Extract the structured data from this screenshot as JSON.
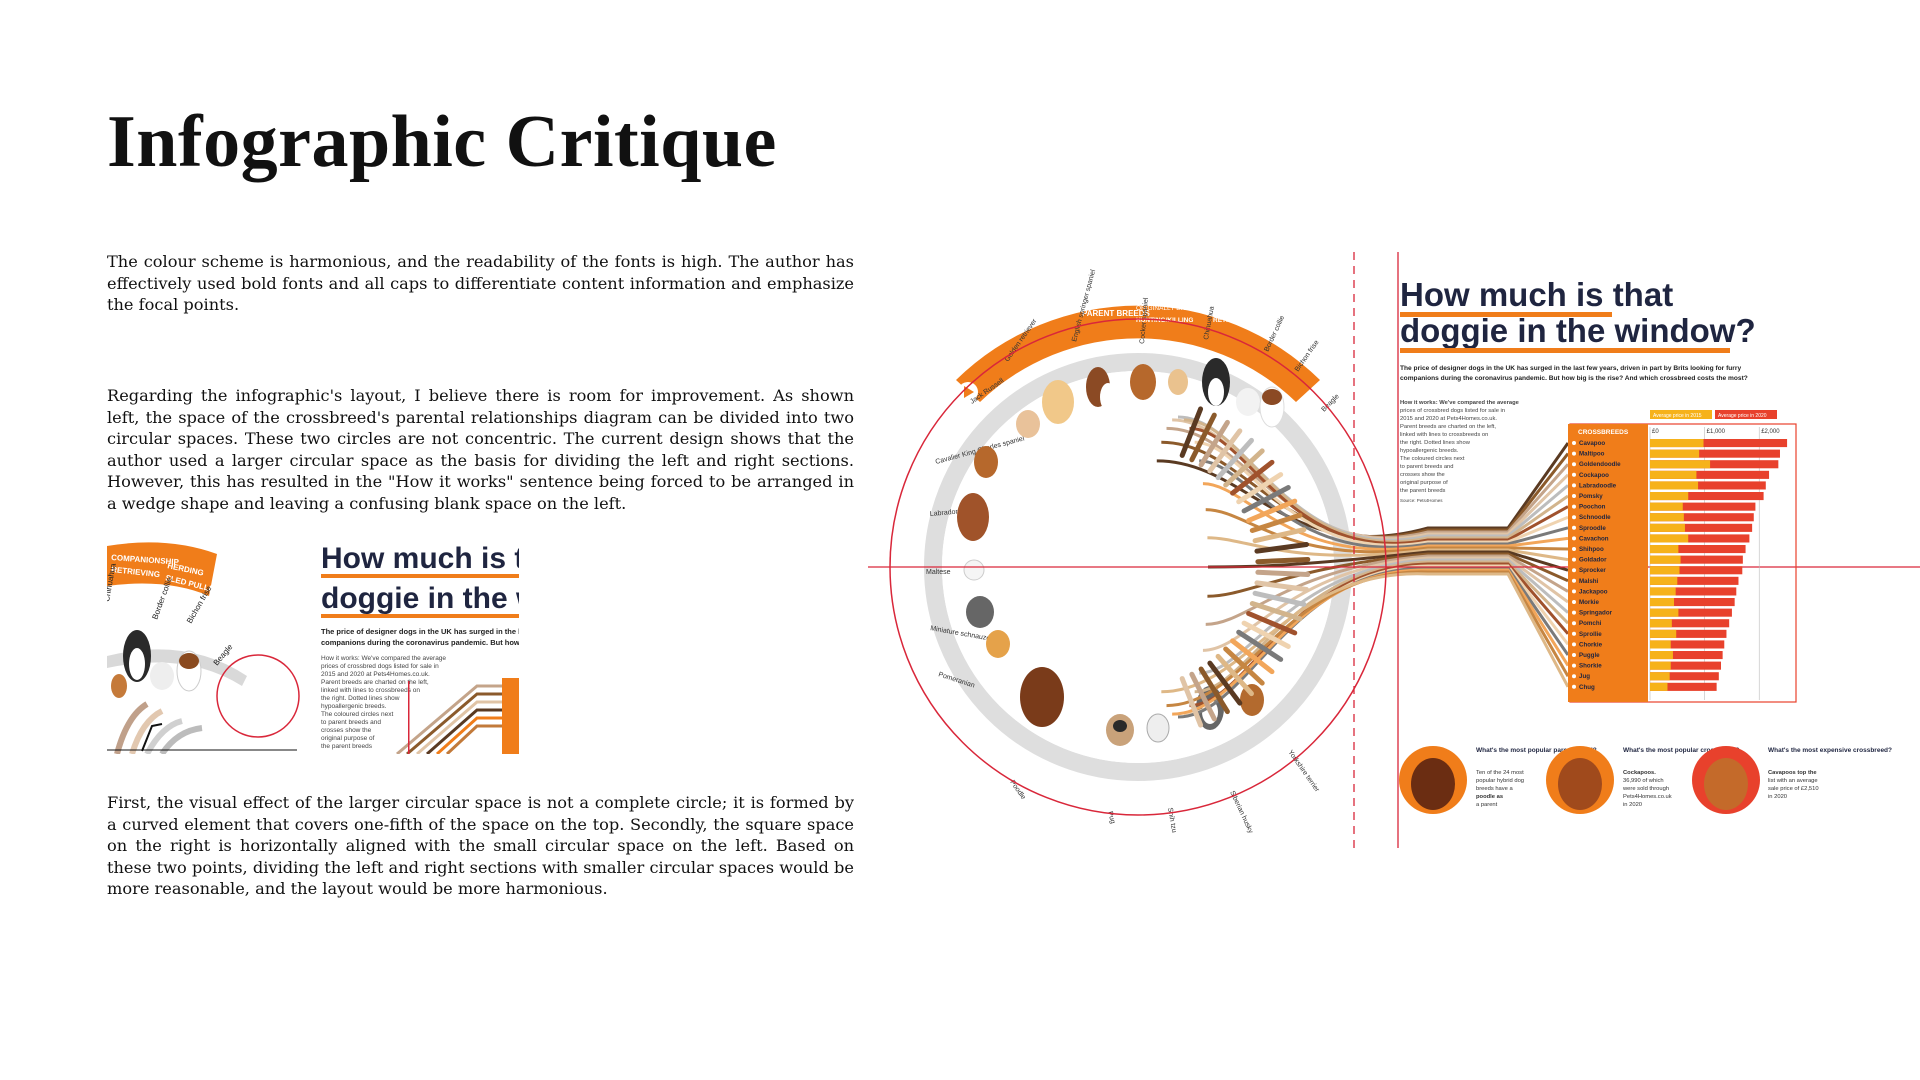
{
  "page": {
    "title": "Infographic Critique",
    "paragraphs": [
      "The colour scheme is harmonious, and the readability of the fonts is high. The author has effectively used bold fonts and all caps to differentiate content information and emphasize the focal points.",
      "Regarding the infographic's layout, I believe there is room for improvement. As shown left, the space of the crossbreed's parental relationships diagram can be divided into two circular spaces. These two circles are not concentric. The current design shows that the author used a larger circular space as the basis for dividing the left and right sections. However, this has resulted in the \"How it works\" sentence being forced to be arranged in a wedge shape and leaving a confusing blank space on the left.",
      "First, the visual effect of the larger circular space is not a complete circle; it is formed by a curved element that covers one-fifth of the space on the top. Secondly, the square space on the right is horizontally aligned with the small circular space on the left. Based on these two points, dividing the left and right sections with smaller circular spaces would be more reasonable, and the layout would be more harmonious."
    ]
  },
  "infographic": {
    "headline_line1": "How much is that",
    "headline_line2": "doggie in the window?",
    "standfirst_line1": "The price of designer dogs in the UK has surged in the last few years, driven in part by Brits looking for furry",
    "standfirst_line2": "companions during the coronavirus pandemic. But how big is the rise? And which crossbreed costs the most?",
    "how_it_works": [
      "How it works: We've compared the average",
      "prices of crossbred dogs listed for sale in",
      "2015 and 2020 at Pets4Homes.co.uk.",
      "Parent breeds are charted on the left,",
      "linked with lines to crossbreeds on",
      "the right. Dotted lines show",
      "hypoallergenic breeds.",
      "The coloured circles next",
      "to parent breeds and",
      "crosses show the",
      "original purpose of",
      "the parent breeds"
    ],
    "source": "Source: Pets4Homes",
    "arc_header": "PARENT BREEDS",
    "originally_bred_for": "ORIGINALLY BRED FOR",
    "purposes": [
      "COMPANIONSHIP",
      "HERDING",
      "HUNTING/KILLING",
      "SLED PULLING",
      "RETRIEVING"
    ],
    "parent_breeds": [
      "Golden retriever",
      "English springer spaniel",
      "Cocker spaniel",
      "Chihuahua",
      "Border collie",
      "Bichon frise",
      "Beagle",
      "Jack Russell",
      "Cavalier King Charles spaniel",
      "Labrador retriever",
      "Maltese",
      "Miniature schnauzer",
      "Pomeranian",
      "Poodle",
      "Pug",
      "Shih tzu",
      "Siberian husky",
      "Yorkshire terrier"
    ],
    "legend_2015": "Average price in 2015",
    "legend_2020": "Average price in 2020",
    "crossbreeds_header": "CROSSBREEDS",
    "axis_ticks": [
      "£0",
      "£1,000",
      "£2,000"
    ],
    "crossbreeds": [
      "Cavapoo",
      "Maltipoo",
      "Goldendoodle",
      "Cockapoo",
      "Labradoodle",
      "Pomsky",
      "Poochon",
      "Schnoodle",
      "Sproodle",
      "Cavachon",
      "Shihpoo",
      "Goldador",
      "Sprocker",
      "Malshi",
      "Jackapoo",
      "Morkie",
      "Springador",
      "Pomchi",
      "Sprollie",
      "Chorkie",
      "Puggle",
      "Shorkie",
      "Jug",
      "Chug"
    ],
    "q1_title": "What's the most popular parent breed?",
    "q1_body": [
      "Ten of the 24 most",
      "popular hybrid dog",
      "breeds have a",
      "poodle as",
      "a parent"
    ],
    "q2_title": "What's the most popular crossbreed?",
    "q2_body": [
      "Cockapoos.",
      "36,990 of which",
      "were sold through",
      "Pets4Homes.co.uk",
      "in 2020"
    ],
    "q3_title": "What's the most expensive crossbreed?",
    "q3_body": [
      "Cavapoos top the",
      "list with an average",
      "sale price of £2,510",
      "in 2020"
    ]
  },
  "chart_data": {
    "type": "bar",
    "title": "",
    "categories": [
      "Cavapoo",
      "Maltipoo",
      "Goldendoodle",
      "Cockapoo",
      "Labradoodle",
      "Pomsky",
      "Poochon",
      "Schnoodle",
      "Sproodle",
      "Cavachon",
      "Shihpoo",
      "Goldador",
      "Sprocker",
      "Malshi",
      "Jackapoo",
      "Morkie",
      "Springador",
      "Pomchi",
      "Sprollie",
      "Chorkie",
      "Puggle",
      "Shorkie",
      "Jug",
      "Chug"
    ],
    "series": [
      {
        "name": "Average price in 2015",
        "values": [
          980,
          900,
          1100,
          850,
          880,
          700,
          600,
          620,
          640,
          700,
          520,
          560,
          540,
          500,
          470,
          440,
          520,
          400,
          480,
          380,
          420,
          380,
          360,
          320
        ]
      },
      {
        "name": "Average price in 2020",
        "values": [
          2510,
          2380,
          2350,
          2180,
          2120,
          2080,
          1930,
          1900,
          1870,
          1820,
          1750,
          1700,
          1690,
          1620,
          1580,
          1550,
          1500,
          1450,
          1400,
          1360,
          1330,
          1300,
          1260,
          1220
        ]
      }
    ],
    "ylim": [
      0,
      2600
    ],
    "xlabel": "",
    "ylabel": ""
  },
  "colors": {
    "orange": "#f07d1a",
    "dark_orange": "#e05a10",
    "red_bar": "#e8412c",
    "yellow_bar": "#f6b21a",
    "navy": "#1f2540",
    "guide_red": "#d9273a"
  }
}
